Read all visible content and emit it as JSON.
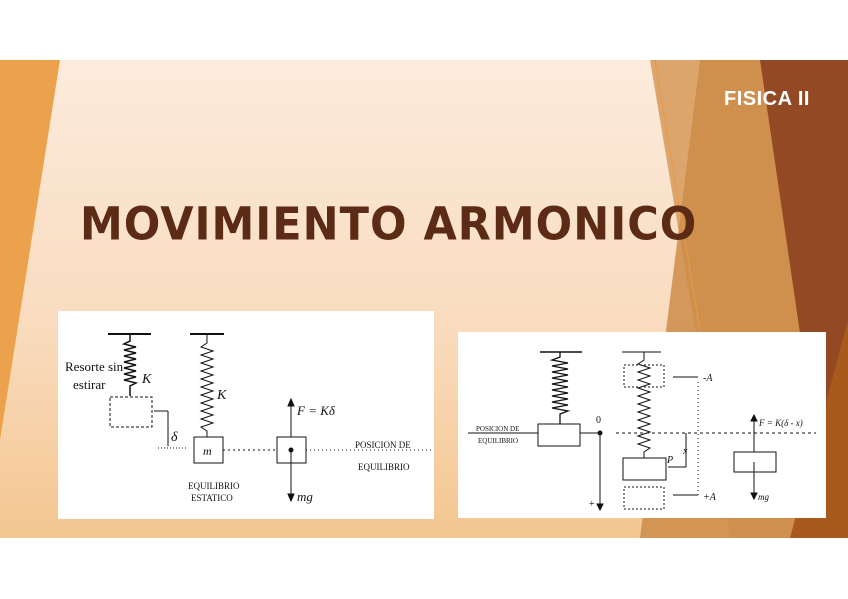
{
  "slide": {
    "course": "FISICA II",
    "title": "MOVIMIENTO ARMONICO",
    "colors": {
      "title": "#5b2b15",
      "accent_orange": "#eca24c",
      "accent_tan": "#c98a4c",
      "accent_brown": "#934a24"
    }
  },
  "figure1": {
    "spring_label_1": "Resorte sin",
    "spring_label_2": "estirar",
    "k1": "K",
    "k2": "K",
    "delta": "δ",
    "mass": "m",
    "static_1": "EQUILIBRIO",
    "static_2": "ESTATICO",
    "force_up": "F = Kδ",
    "force_down": "mg",
    "eq_1": "POSICION DE",
    "eq_2": "EQUILIBRIO"
  },
  "figure2": {
    "eq_1": "POSICION DE",
    "eq_2": "EQUILIBRIO",
    "origin": "0",
    "plus": "+",
    "minus_a": "-A",
    "plus_a": "+A",
    "x": "x",
    "p": "P",
    "force_up": "F = K(δ - x)",
    "force_down": "mg"
  }
}
